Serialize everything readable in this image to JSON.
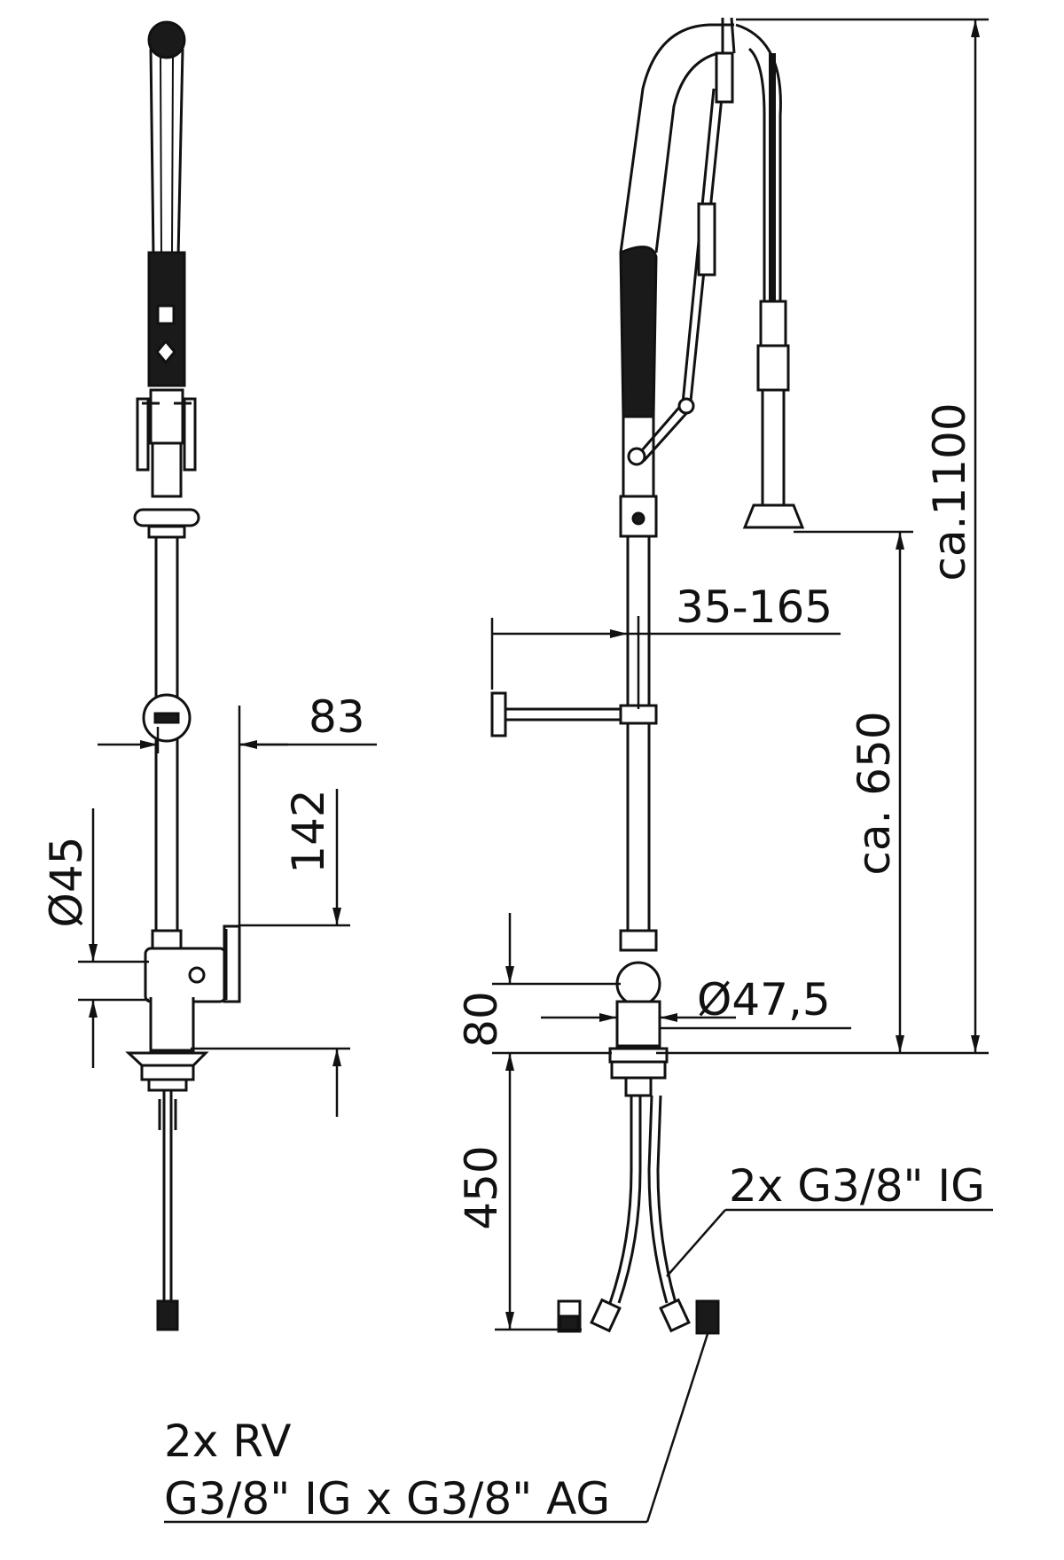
{
  "colors": {
    "line": "#111111",
    "dark_fill": "#1a1a1a",
    "background": "#ffffff"
  },
  "side_view": {
    "dims": {
      "outlet_offset": "83",
      "body_height": "142",
      "body_diameter": "Ø45"
    }
  },
  "front_view": {
    "dims": {
      "total_height": "ca.1100",
      "spray_height": "ca. 650",
      "bracket_range": "35-165",
      "body_diameter": "Ø47,5",
      "body_height": "80",
      "hose_length": "450"
    },
    "callouts": {
      "hose_connection": "2x G3/8\" IG",
      "check_valve_line1": "2x RV",
      "check_valve_line2": "G3/8\" IG x G3/8\" AG"
    }
  }
}
